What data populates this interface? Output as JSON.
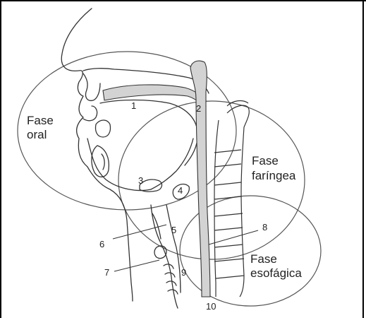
{
  "phases": {
    "oral": [
      "Fase",
      "oral"
    ],
    "pharyngeal": [
      "Fase",
      "faríngea"
    ],
    "esophageal": [
      "Fase",
      "esofágica"
    ]
  },
  "numbers": [
    "1",
    "2",
    "3",
    "4",
    "5",
    "6",
    "7",
    "8",
    "9",
    "10"
  ],
  "colors": {
    "line": "#333333",
    "tissue_fill": "#d3d3d3",
    "background": "#ffffff"
  }
}
